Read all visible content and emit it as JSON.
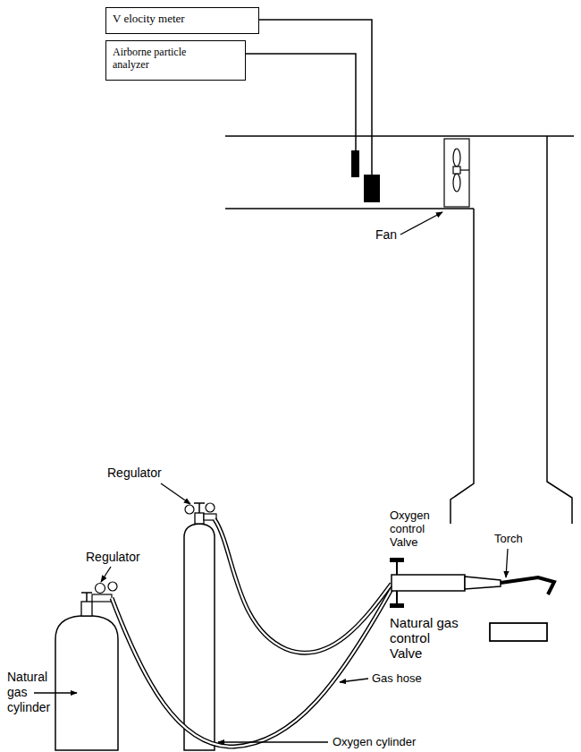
{
  "diagram": {
    "nodes": [
      {
        "text": [
          "V elocity meter"
        ]
      },
      {
        "text": [
          "Airborne particle analyzer"
        ]
      }
    ],
    "labels": [
      "Fan",
      "Regulator",
      "Regulator",
      "Oxygen control Valve",
      "Torch",
      "Natural gas control Valve",
      "Gas hose",
      "Natural gas cylinder",
      "Oxygen cylinder"
    ]
  }
}
